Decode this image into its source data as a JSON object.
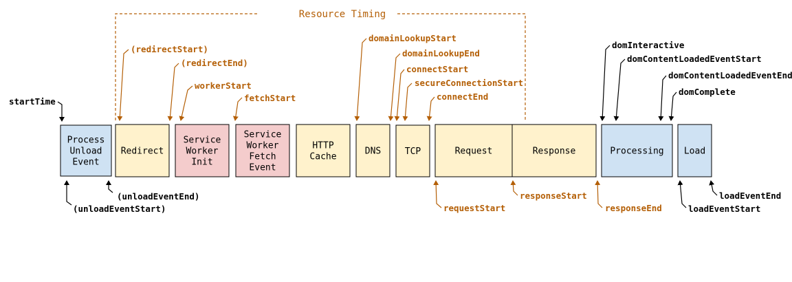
{
  "colors": {
    "blue_fill": "#cfe2f3",
    "yellow_fill": "#fff2cc",
    "pink_fill": "#f4cccc",
    "orange": "#b45f06",
    "black": "#000000"
  },
  "resource_timing_label": "Resource Timing",
  "boxes": [
    {
      "id": "process-unload-event",
      "lines": [
        "Process",
        "Unload",
        "Event"
      ],
      "fill": "blue"
    },
    {
      "id": "redirect",
      "lines": [
        "Redirect"
      ],
      "fill": "yellow"
    },
    {
      "id": "service-worker-init",
      "lines": [
        "Service",
        "Worker",
        "Init"
      ],
      "fill": "pink"
    },
    {
      "id": "service-worker-fetch-event",
      "lines": [
        "Service",
        "Worker",
        "Fetch",
        "Event"
      ],
      "fill": "pink"
    },
    {
      "id": "http-cache",
      "lines": [
        "HTTP",
        "Cache"
      ],
      "fill": "yellow"
    },
    {
      "id": "dns",
      "lines": [
        "DNS"
      ],
      "fill": "yellow"
    },
    {
      "id": "tcp",
      "lines": [
        "TCP"
      ],
      "fill": "yellow"
    },
    {
      "id": "request",
      "lines": [
        "Request"
      ],
      "fill": "yellow"
    },
    {
      "id": "response",
      "lines": [
        "Response"
      ],
      "fill": "yellow"
    },
    {
      "id": "processing",
      "lines": [
        "Processing"
      ],
      "fill": "blue"
    },
    {
      "id": "load",
      "lines": [
        "Load"
      ],
      "fill": "blue"
    }
  ],
  "markers": [
    {
      "id": "startTime",
      "text": "startTime",
      "color": "black"
    },
    {
      "id": "unloadEventStart",
      "text": "(unloadEventStart)",
      "color": "black"
    },
    {
      "id": "unloadEventEnd",
      "text": "(unloadEventEnd)",
      "color": "black"
    },
    {
      "id": "redirectStart",
      "text": "(redirectStart)",
      "color": "orange"
    },
    {
      "id": "redirectEnd",
      "text": "(redirectEnd)",
      "color": "orange"
    },
    {
      "id": "workerStart",
      "text": "workerStart",
      "color": "orange"
    },
    {
      "id": "fetchStart",
      "text": "fetchStart",
      "color": "orange"
    },
    {
      "id": "domainLookupStart",
      "text": "domainLookupStart",
      "color": "orange"
    },
    {
      "id": "domainLookupEnd",
      "text": "domainLookupEnd",
      "color": "orange"
    },
    {
      "id": "connectStart",
      "text": "connectStart",
      "color": "orange"
    },
    {
      "id": "secureConnectionStart",
      "text": "secureConnectionStart",
      "color": "orange"
    },
    {
      "id": "connectEnd",
      "text": "connectEnd",
      "color": "orange"
    },
    {
      "id": "requestStart",
      "text": "requestStart",
      "color": "orange"
    },
    {
      "id": "responseStart",
      "text": "responseStart",
      "color": "orange"
    },
    {
      "id": "responseEnd",
      "text": "responseEnd",
      "color": "orange"
    },
    {
      "id": "domInteractive",
      "text": "domInteractive",
      "color": "black"
    },
    {
      "id": "domContentLoadedEventStart",
      "text": "domContentLoadedEventStart",
      "color": "black"
    },
    {
      "id": "domContentLoadedEventEnd",
      "text": "domContentLoadedEventEnd",
      "color": "black"
    },
    {
      "id": "domComplete",
      "text": "domComplete",
      "color": "black"
    },
    {
      "id": "loadEventStart",
      "text": "loadEventStart",
      "color": "black"
    },
    {
      "id": "loadEventEnd",
      "text": "loadEventEnd",
      "color": "black"
    }
  ]
}
